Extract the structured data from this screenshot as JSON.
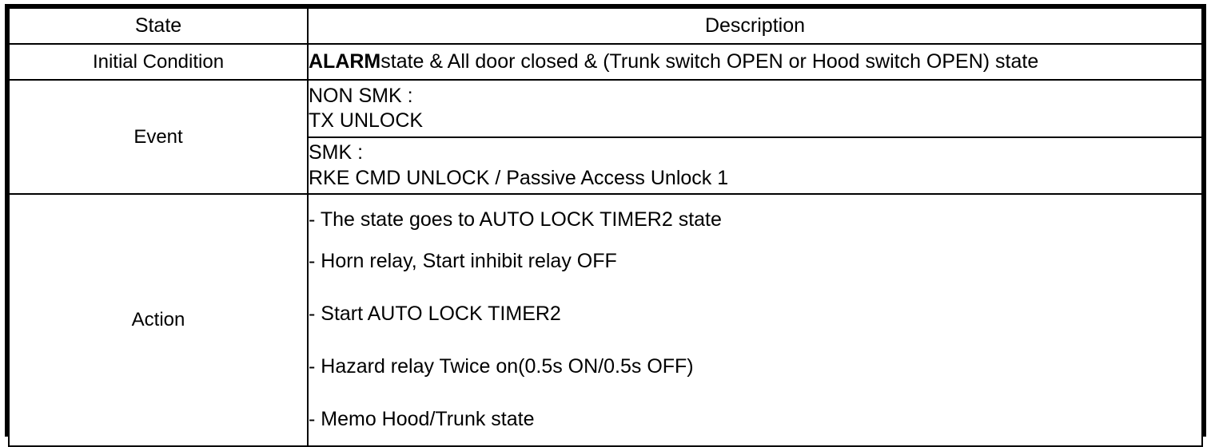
{
  "table": {
    "headers": {
      "state": "State",
      "description": "Description"
    },
    "rows": {
      "initial_condition": {
        "label": "Initial Condition",
        "description_bold": "ALARM",
        "description_rest": "state & All door closed & (Trunk switch OPEN or Hood switch OPEN) state"
      },
      "event": {
        "label": "Event",
        "sub_rows": [
          {
            "line1": "NON SMK :",
            "line2": "TX UNLOCK"
          },
          {
            "line1": "SMK :",
            "line2": "RKE CMD UNLOCK / Passive Access Unlock 1"
          }
        ]
      },
      "action": {
        "label": "Action",
        "items": [
          "- The state goes to AUTO LOCK TIMER2 state",
          "- Horn relay, Start inhibit relay OFF",
          "- Start AUTO LOCK TIMER2",
          "- Hazard relay Twice on(0.5s ON/0.5s OFF)",
          "- Memo Hood/Trunk state"
        ]
      }
    }
  },
  "colors": {
    "border": "#000000",
    "text": "#000000",
    "background": "#ffffff"
  }
}
